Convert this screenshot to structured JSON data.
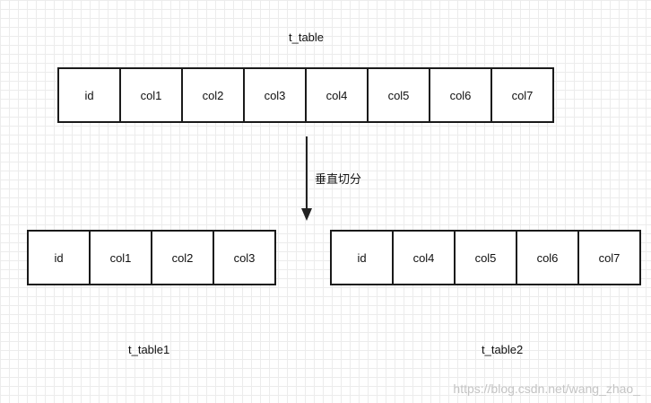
{
  "top_table": {
    "title": "t_table",
    "columns": [
      "id",
      "col1",
      "col2",
      "col3",
      "col4",
      "col5",
      "col6",
      "col7"
    ]
  },
  "split_label": "垂直切分",
  "left_table": {
    "title": "t_table1",
    "columns": [
      "id",
      "col1",
      "col2",
      "col3"
    ]
  },
  "right_table": {
    "title": "t_table2",
    "columns": [
      "id",
      "col4",
      "col5",
      "col6",
      "col7"
    ]
  },
  "watermark": "https://blog.csdn.net/wang_zhao_"
}
